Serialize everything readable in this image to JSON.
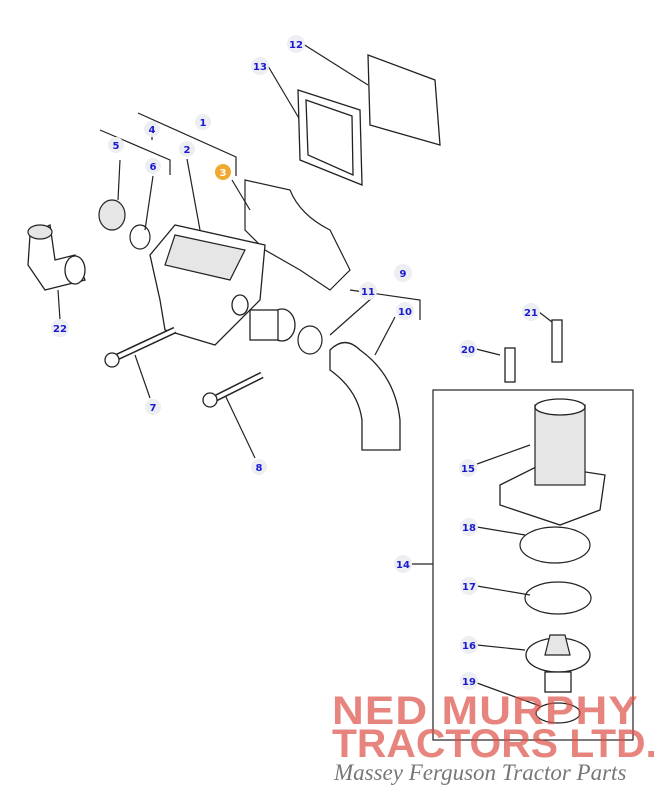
{
  "diagram": {
    "callouts": {
      "c1": "1",
      "c2": "2",
      "c3": "3",
      "c4": "4",
      "c5": "5",
      "c6": "6",
      "c7": "7",
      "c8": "8",
      "c9": "9",
      "c10": "10",
      "c11": "11",
      "c12": "12",
      "c13": "13",
      "c14": "14",
      "c15": "15",
      "c16": "16",
      "c17": "17",
      "c18": "18",
      "c19": "19",
      "c20": "20",
      "c21": "21",
      "c22": "22"
    },
    "highlighted_callout": "3",
    "highlight_color": "#f0a830",
    "callout_text_color": "#1a1ad0"
  },
  "watermark": {
    "line1": "NED MURPHY",
    "line2": "TRACTORS LTD.",
    "line3": "Massey Ferguson Tractor Parts"
  }
}
